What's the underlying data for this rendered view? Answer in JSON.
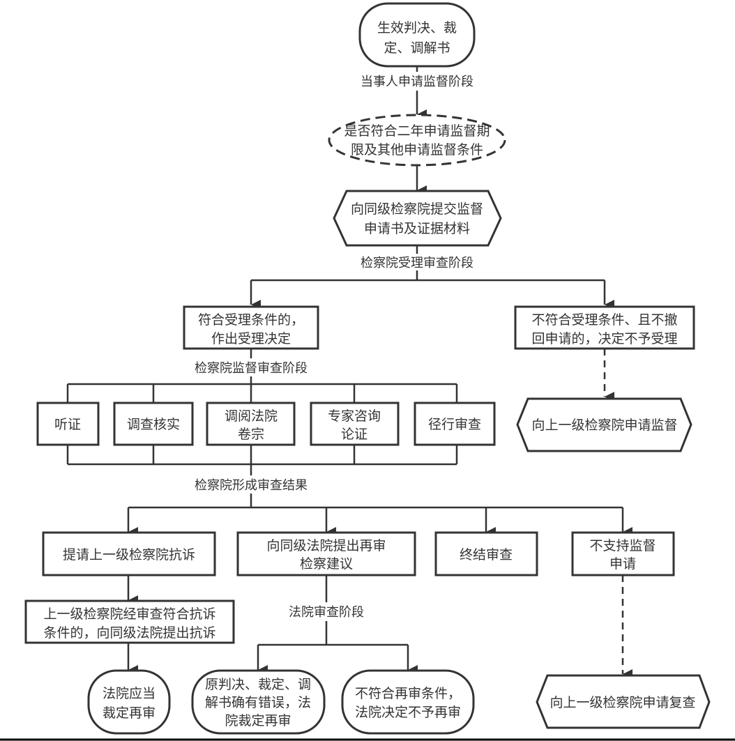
{
  "diagram": {
    "colors": {
      "line": "#333333",
      "text": "#333333",
      "background": "#ffffff"
    },
    "nodes": {
      "start": {
        "lines": [
          "生效判决、裁",
          "定、调解书"
        ]
      },
      "check_period": {
        "lines": [
          "是否符合二年申请监督期",
          "限及其他申请监督条件"
        ]
      },
      "submit": {
        "lines": [
          "向同级检察院提交监督",
          "申请书及证据材料"
        ]
      },
      "accept": {
        "lines": [
          "符合受理条件的，",
          "作出受理决定"
        ]
      },
      "reject": {
        "lines": [
          "不符合受理条件、且不撤",
          "回申请的，决定不予受理"
        ]
      },
      "apply_upper_supervision": {
        "lines": [
          "向上一级检察院申请监督"
        ]
      },
      "hearing": {
        "lines": [
          "听证"
        ]
      },
      "investigate": {
        "lines": [
          "调查核实"
        ]
      },
      "review_files": {
        "lines": [
          "调阅法院",
          "卷宗"
        ]
      },
      "expert": {
        "lines": [
          "专家咨询",
          "论证"
        ]
      },
      "direct_review": {
        "lines": [
          "径行审查"
        ]
      },
      "request_protest": {
        "lines": [
          "提请上一级检察院抗诉"
        ]
      },
      "retrial_suggestion": {
        "lines": [
          "向同级法院提出再审",
          "检察建议"
        ]
      },
      "terminate": {
        "lines": [
          "终结审查"
        ]
      },
      "not_support": {
        "lines": [
          "不支持监督",
          "申请"
        ]
      },
      "upper_protest": {
        "lines": [
          "上一级检察院经审查符合抗诉",
          "条件的，向同级法院提出抗诉"
        ]
      },
      "court_retrial": {
        "lines": [
          "法院应当",
          "裁定再审"
        ]
      },
      "error_retrial": {
        "lines": [
          "原判决、裁定、调",
          "解书确有错误，法",
          "院裁定再审"
        ]
      },
      "no_retrial": {
        "lines": [
          "不符合再审条件，",
          "法院决定不予再审"
        ]
      },
      "apply_upper_review": {
        "lines": [
          "向上一级检察院申请复查"
        ]
      }
    },
    "stage_labels": {
      "party_apply": "当事人申请监督阶段",
      "accept_review": "检察院受理审查阶段",
      "supervision_review": "检察院监督审查阶段",
      "review_result": "检察院形成审查结果",
      "court_review": "法院审查阶段"
    }
  }
}
